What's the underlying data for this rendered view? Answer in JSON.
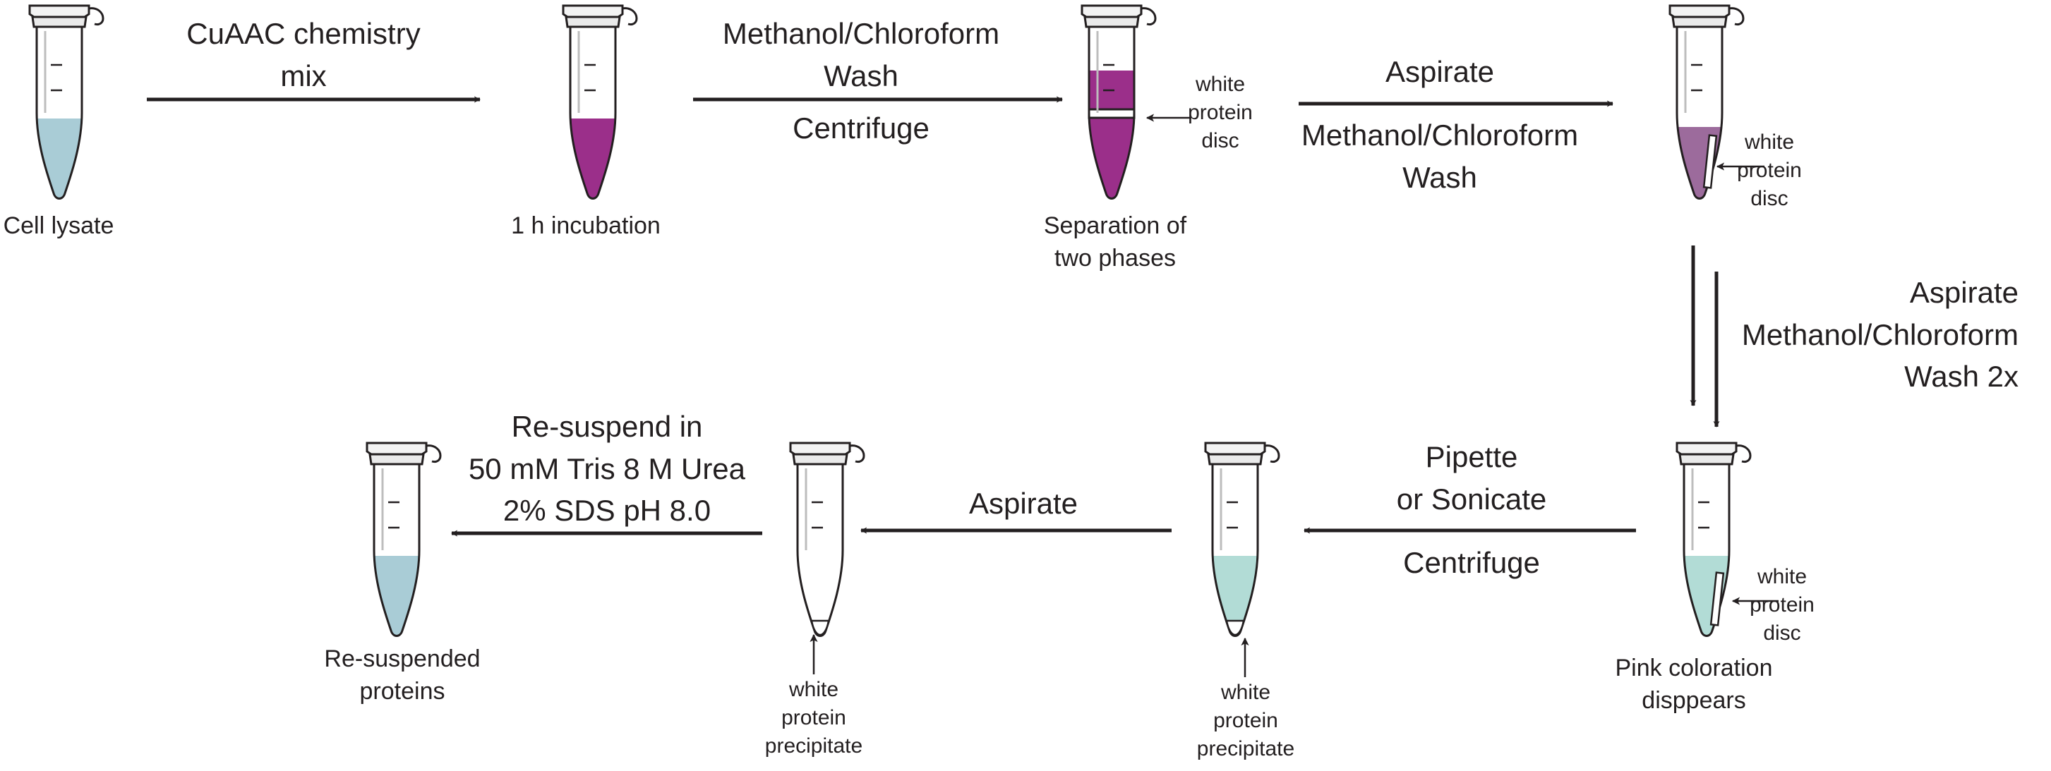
{
  "colors": {
    "lysate": "#a9ccd6",
    "purple": "#9b2f8a",
    "purple_light": "#9c6b9c",
    "aqua": "#b2dcd6",
    "ink": "#231f20"
  },
  "tubes": [
    {
      "name": "tube-cell-lysate",
      "fill": "lysate",
      "caption": "Cell lysate"
    },
    {
      "name": "tube-incubation",
      "fill": "purple",
      "caption": "1 h incubation"
    },
    {
      "name": "tube-separation",
      "fill": "two-phase",
      "caption": [
        "Separation of",
        "two phases"
      ],
      "side_label": [
        "white",
        "protein",
        "disc"
      ]
    },
    {
      "name": "tube-wash",
      "fill": "purple_light",
      "caption": "",
      "side_label": [
        "white",
        "protein",
        "disc"
      ]
    },
    {
      "name": "tube-pink-gone",
      "fill": "aqua",
      "caption": [
        "Pink coloration",
        "disppears"
      ],
      "side_label": [
        "white",
        "protein",
        "disc"
      ]
    },
    {
      "name": "tube-sonicate",
      "fill": "aqua",
      "caption": "",
      "bottom_label": [
        "white",
        "protein",
        "precipitate"
      ]
    },
    {
      "name": "tube-aspirate",
      "fill": "none",
      "caption": "",
      "bottom_label": [
        "white",
        "protein",
        "precipitate"
      ]
    },
    {
      "name": "tube-resuspended",
      "fill": "lysate",
      "caption": [
        "Re-suspended",
        "proteins"
      ]
    }
  ],
  "steps": {
    "step1": [
      "CuAAC chemistry",
      "mix"
    ],
    "step2_top": [
      "Methanol/Chloroform",
      "Wash"
    ],
    "step2_bottom": "Centrifuge",
    "step3_top": "Aspirate",
    "step3_bottom": [
      "Methanol/Chloroform",
      "Wash"
    ],
    "step4": [
      "Aspirate",
      "Methanol/Chloroform",
      "Wash 2x"
    ],
    "step5_top": [
      "Pipette",
      "or Sonicate"
    ],
    "step5_bottom": "Centrifuge",
    "step6": "Aspirate",
    "step7": [
      "Re-suspend in",
      "50 mM Tris 8 M Urea",
      "2% SDS pH 8.0"
    ]
  }
}
